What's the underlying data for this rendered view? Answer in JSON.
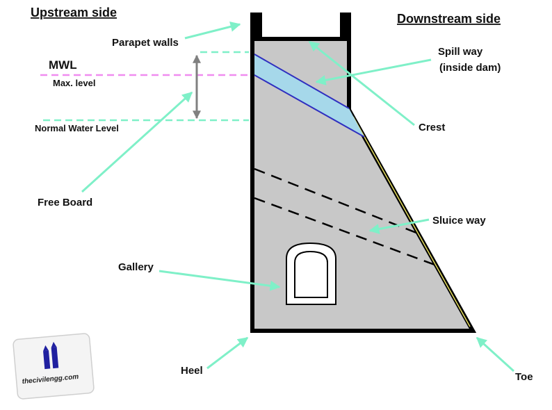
{
  "headings": {
    "upstream": "Upstream side",
    "downstream": "Downstream side"
  },
  "labels": {
    "parapet": "Parapet walls",
    "mwl": "MWL",
    "max_level": "Max. level",
    "normal_level": "Normal Water Level",
    "free_board": "Free Board",
    "spillway_line1": "Spill way",
    "spillway_line2": "(inside dam)",
    "crest": "Crest",
    "sluice": "Sluice way",
    "gallery": "Gallery",
    "heel": "Heel",
    "toe": "Toe"
  },
  "logo": {
    "text": "thecivilengg.com"
  },
  "colors": {
    "dam_fill": "#c8c8c8",
    "outline": "#000000",
    "spillway_fill": "#a6d8ea",
    "spillway_edge": "#2f2fc0",
    "arrow": "#7ff0c8",
    "mwl_line": "#f08cf0",
    "water_line": "#7ff0c8",
    "free_board_arrow": "#808080"
  }
}
